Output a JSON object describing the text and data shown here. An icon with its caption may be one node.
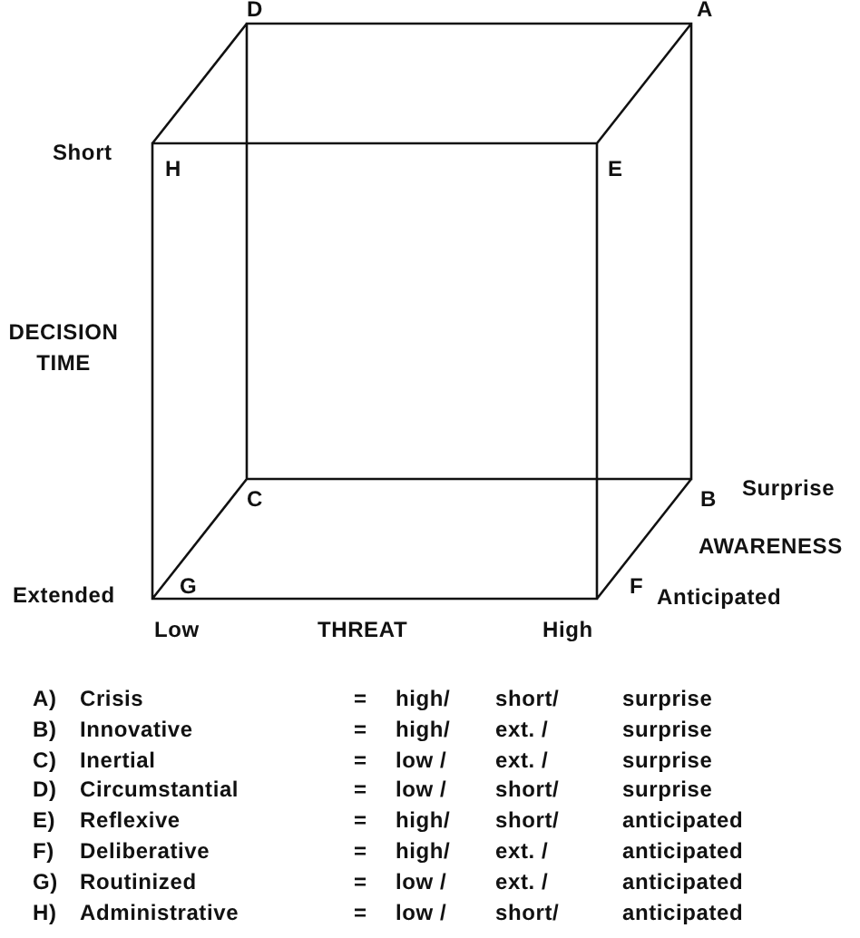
{
  "diagram": {
    "labels": [
      "D",
      "A",
      "Short",
      "H",
      "E",
      "DECISION TIME",
      "C",
      "B",
      "Surprise",
      "AWARENESS",
      "Extended",
      "G",
      "F",
      "Anticipated",
      "Low",
      "THREAT",
      "High",
      "A)",
      "Crisis",
      "=",
      "high/",
      "short/",
      "surprise",
      "B)",
      "Innovative",
      "=",
      "high/",
      "ext. /",
      "surprise",
      "C)",
      "Inertial",
      "=",
      "low /",
      "ext. /",
      "surprise",
      "D)",
      "Circumstantial",
      "=",
      "low /",
      "short/",
      "surprise",
      "E)",
      "Reflexive",
      "=",
      "high/",
      "short/",
      "anticipated",
      "F)",
      "Deliberative",
      "=",
      "high/",
      "ext. /",
      "anticipated",
      "G)",
      "Routinized",
      "=",
      "low /",
      "ext. /",
      "anticipated",
      "H)",
      "Administrative",
      "=",
      "low /",
      "short/",
      "anticipated"
    ]
  }
}
